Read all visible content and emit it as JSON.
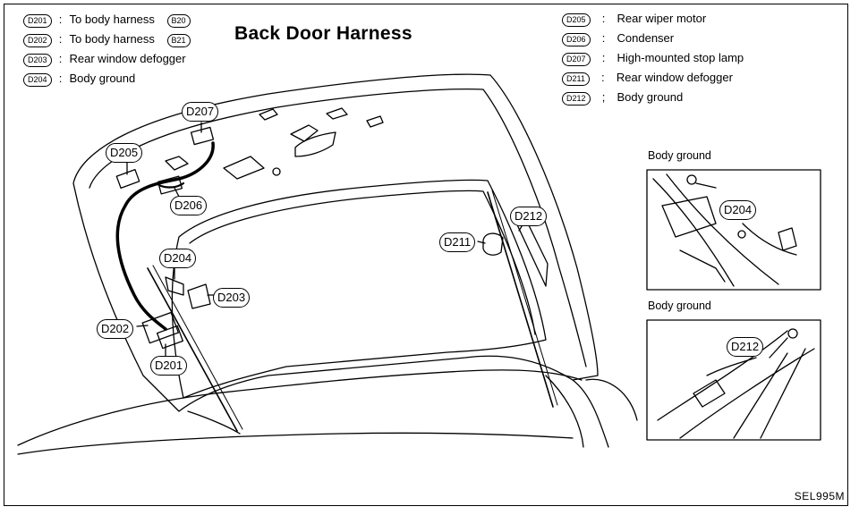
{
  "title": "Back Door Harness",
  "reference": "SEL995M",
  "legend_left": [
    {
      "code": "D201",
      "text": "To body harness",
      "extra": "B20"
    },
    {
      "code": "D202",
      "text": "To body harness",
      "extra": "B21"
    },
    {
      "code": "D203",
      "text": "Rear window defogger",
      "extra": ""
    },
    {
      "code": "D204",
      "text": "Body ground",
      "extra": ""
    }
  ],
  "legend_right": [
    {
      "code": "D205",
      "sep": ":",
      "text": "Rear wiper motor"
    },
    {
      "code": "D206",
      "sep": ":",
      "text": "Condenser"
    },
    {
      "code": "D207",
      "sep": ":",
      "text": "High-mounted stop lamp"
    },
    {
      "code": "D211",
      "sep": ":",
      "text": "Rear window defogger"
    },
    {
      "code": "D212",
      "sep": ";",
      "text": "Body ground"
    }
  ],
  "callouts": {
    "d207": "D207",
    "d205": "D205",
    "d206": "D206",
    "d204": "D204",
    "d203": "D203",
    "d202": "D202",
    "d201": "D201",
    "d211": "D211",
    "d212": "D212",
    "inset1_d204": "D204",
    "inset2_d212": "D212"
  },
  "insets": {
    "top_label": "Body ground",
    "bottom_label": "Body ground"
  }
}
